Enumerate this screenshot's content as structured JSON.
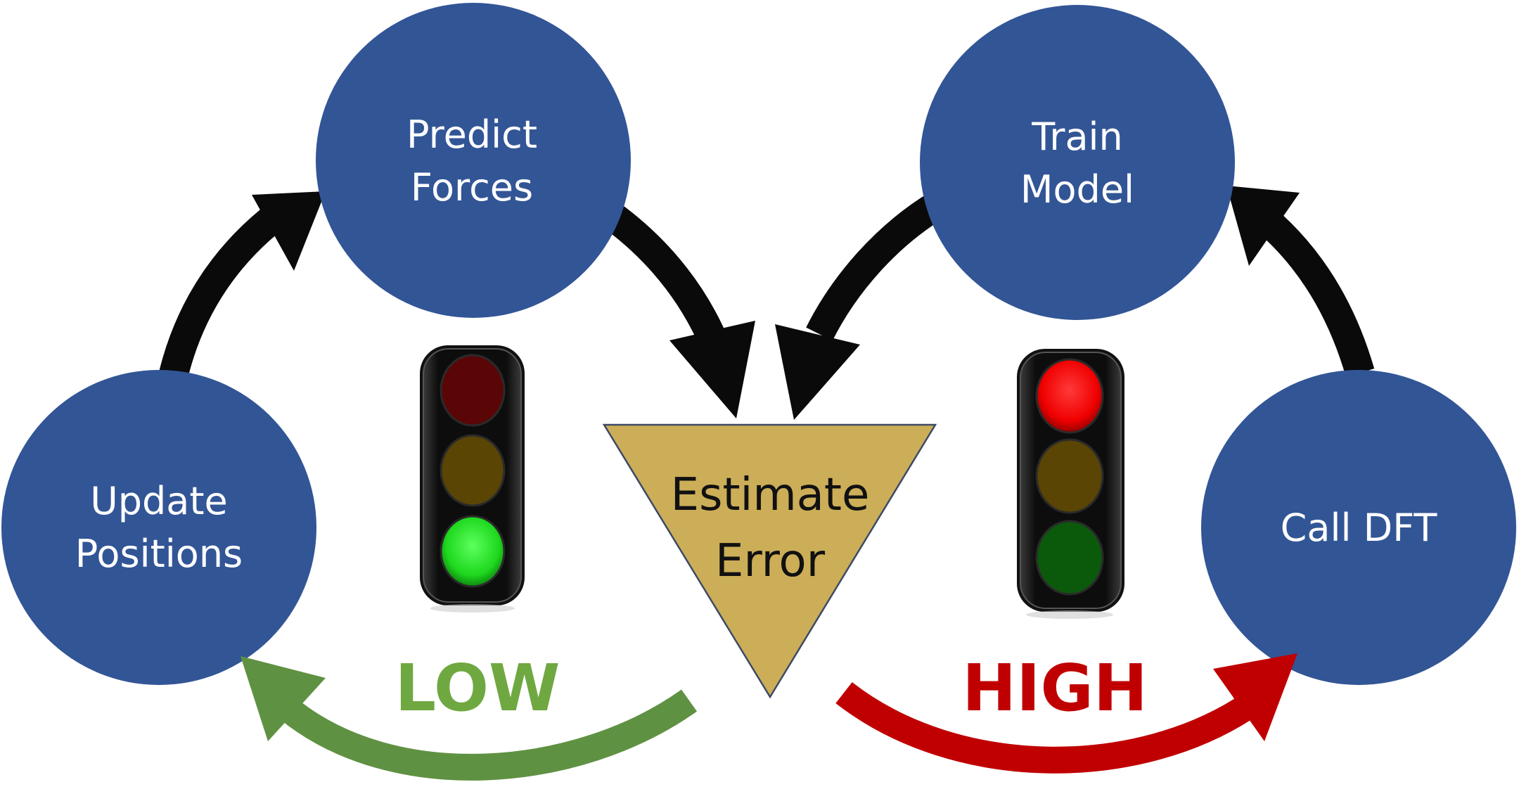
{
  "nodes": {
    "predict_forces": {
      "line1": "Predict",
      "line2": "Forces"
    },
    "update_positions": {
      "line1": "Update",
      "line2": "Positions"
    },
    "train_model": {
      "line1": "Train",
      "line2": "Model"
    },
    "call_dft": {
      "label": "Call DFT"
    },
    "estimate_error": {
      "line1": "Estimate",
      "line2": "Error"
    }
  },
  "outcomes": {
    "low": {
      "label": "LOW",
      "color": "#6fa841"
    },
    "high": {
      "label": "HIGH",
      "color": "#c00000"
    }
  },
  "traffic_lights": {
    "left": {
      "active": "green"
    },
    "right": {
      "active": "red"
    }
  },
  "colors": {
    "node_fill": "#325596",
    "triangle_fill": "#ccae58",
    "arrow_black": "#0a0a0a",
    "arrow_green": "#5f9142",
    "arrow_red": "#c00000"
  }
}
